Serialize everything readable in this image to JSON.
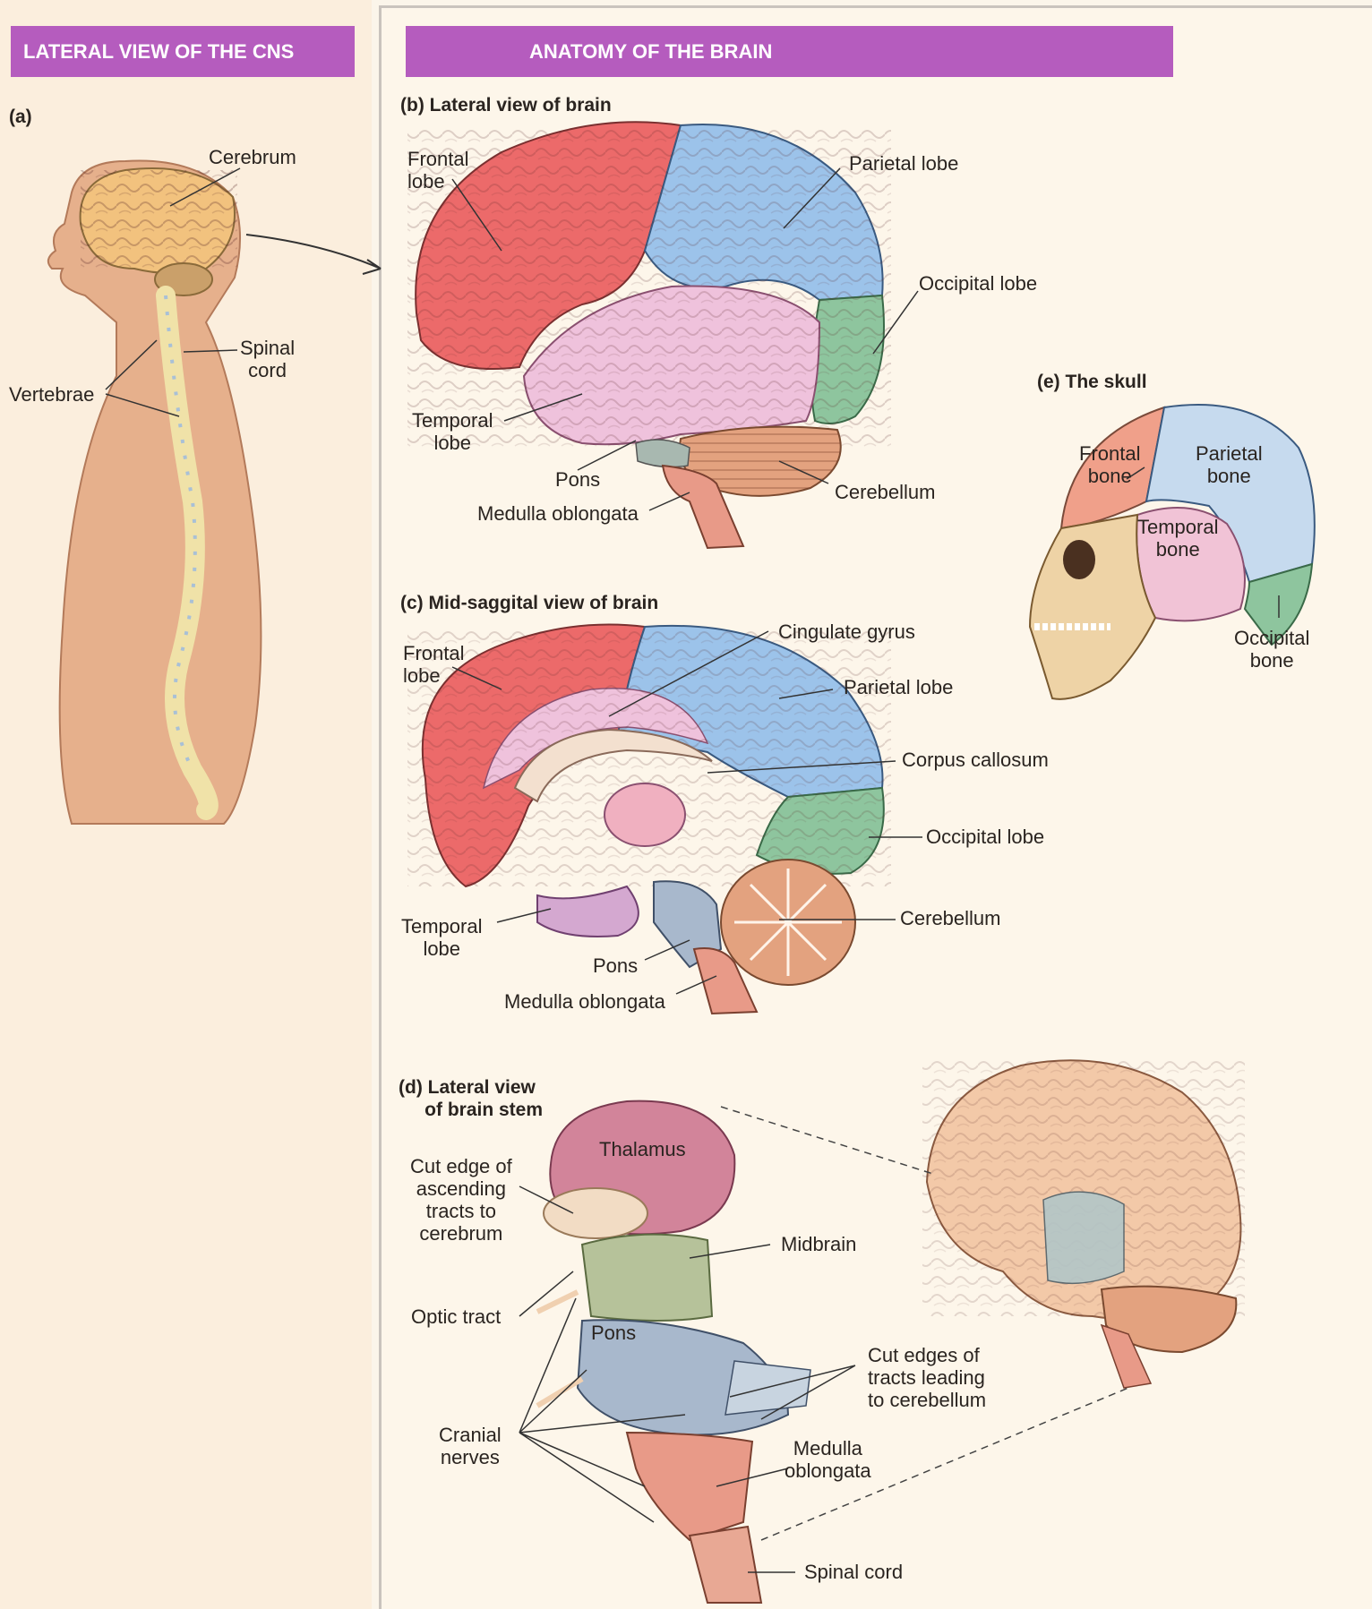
{
  "panel_a": {
    "banner": "LATERAL VIEW OF THE CNS",
    "sub": "(a)",
    "labels": {
      "cerebrum": "Cerebrum",
      "spinal_cord": "Spinal\ncord",
      "vertebrae": "Vertebrae"
    }
  },
  "panel_main": {
    "banner": "ANATOMY OF THE BRAIN"
  },
  "panel_b": {
    "title": "(b) Lateral view of brain",
    "labels": {
      "frontal": "Frontal\nlobe",
      "parietal": "Parietal lobe",
      "occipital": "Occipital lobe",
      "temporal": "Temporal\nlobe",
      "pons": "Pons",
      "cerebellum": "Cerebellum",
      "medulla": "Medulla oblongata"
    }
  },
  "panel_c": {
    "title": "(c) Mid-saggital view of brain",
    "labels": {
      "frontal": "Frontal\nlobe",
      "cingulate": "Cingulate gyrus",
      "parietal": "Parietal lobe",
      "corpus": "Corpus callosum",
      "occipital": "Occipital lobe",
      "cerebellum": "Cerebellum",
      "temporal": "Temporal\nlobe",
      "pons": "Pons",
      "medulla": "Medulla oblongata"
    }
  },
  "panel_d": {
    "title": "(d) Lateral view\n     of brain stem",
    "labels": {
      "thalamus": "Thalamus",
      "cut_edge": "Cut edge of\nascending\ntracts to\ncerebrum",
      "midbrain": "Midbrain",
      "optic": "Optic tract",
      "pons": "Pons",
      "cut_edges": "Cut edges of\ntracts leading\nto cerebellum",
      "cranial": "Cranial\nnerves",
      "medulla": "Medulla\noblongata",
      "spinal": "Spinal cord"
    }
  },
  "panel_e": {
    "title": "(e) The skull",
    "labels": {
      "frontal": "Frontal\nbone",
      "parietal": "Parietal\nbone",
      "temporal": "Temporal\nbone",
      "occipital": "Occipital\nbone"
    }
  },
  "colors": {
    "banner": "#b55cbe",
    "frontal": "#ec6a6a",
    "parietal": "#9cc3ea",
    "occipital": "#8ec59e",
    "temporal": "#efc2dc",
    "cerebellum": "#e3a27f",
    "skin": "#e8b08a",
    "brainstem": "#a8b8cc",
    "thalamus": "#d2849a"
  }
}
